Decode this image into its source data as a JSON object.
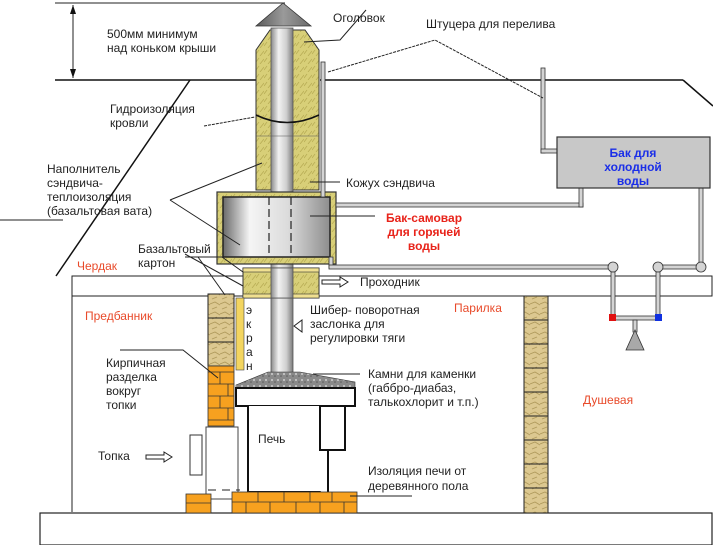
{
  "diagram": {
    "title": "Схема бани с печью, баком-самоваром и дымоходом-сэндвичем",
    "colors": {
      "zone_label": "#e84a2a",
      "hot_tank_label": "#e8231a",
      "cold_tank_label": "#1a2ee8",
      "insulation": "#d6cc72",
      "brick_red": "#f7a11f",
      "brick_stone": "#d9c48c",
      "tank_cold_fill": "#c8c8c8",
      "hot_valve": "#e01010",
      "cold_valve": "#1030e0"
    },
    "labels": {
      "height_note_1": "500мм минимум",
      "height_note_2": "над коньком крыши",
      "cap": "Оголовок",
      "overflow_fittings": "Штуцера для перелива",
      "roof_waterproofing_1": "Гидроизоляция",
      "roof_waterproofing_2": "кровли",
      "filler_1": "Наполнитель",
      "filler_2": "сэндвича-",
      "filler_3": "теплоизоляция",
      "filler_4": "(базальтовая вата)",
      "sandwich_casing": "Кожух сэндвича",
      "hot_tank_1": "Бак-самовар",
      "hot_tank_2": "для горячей",
      "hot_tank_3": "воды",
      "cold_tank_1": "Бак для",
      "cold_tank_2": "холодной",
      "cold_tank_3": "воды",
      "basalt_board_1": "Базальтовый",
      "basalt_board_2": "картон",
      "pass_through": "Проходник",
      "attic": "Чердак",
      "dressing_room": "Предбанник",
      "steam_room": "Парилка",
      "shower_room": "Душевая",
      "screen_letters": [
        "э",
        "к",
        "р",
        "а",
        "н"
      ],
      "damper_1": "Шибер- поворотная",
      "damper_2": "заслонка для",
      "damper_3": "регулировки тяги",
      "brick_cut_1": "Кирпичная",
      "brick_cut_2": "разделка",
      "brick_cut_3": "вокруг",
      "brick_cut_4": "топки",
      "stones_1": "Камни для каменки",
      "stones_2": "(габбро-диабаз,",
      "stones_3": "талькохлорит и т.п.)",
      "firebox": "Топка",
      "stove": "Печь",
      "stove_insulation_1": "Изоляция печи от",
      "stove_insulation_2": "деревянного пола"
    }
  }
}
